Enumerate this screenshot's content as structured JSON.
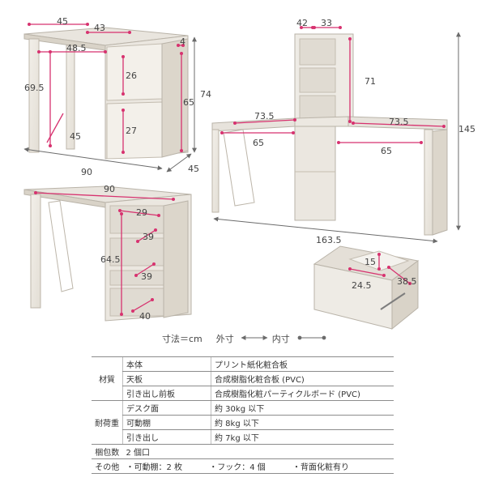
{
  "diagrams": {
    "desk_top": {
      "labels": {
        "top_w": "45",
        "top_d": "43",
        "inner_w": "48.5",
        "gap": "4",
        "inner_h": "69.5",
        "leg_d": "45",
        "drawer_top": "26",
        "drawer_bottom": "27",
        "cab_h": "65",
        "height": "74",
        "width": "90",
        "depth": "45"
      }
    },
    "desk_combo": {
      "labels": {
        "shelf_w1": "42",
        "shelf_w2": "33",
        "shelf_h": "71",
        "left_top": "73.5",
        "right_top": "73.5",
        "left_inner": "65",
        "right_inner": "65",
        "total_h": "145",
        "total_w": "163.5"
      }
    },
    "desk_shelf": {
      "labels": {
        "width": "90",
        "shelf1": "29",
        "shelf2": "39",
        "shelf3": "39",
        "shelf4": "40",
        "height": "64.5"
      }
    },
    "drawer": {
      "labels": {
        "height": "15",
        "width": "24.5",
        "depth": "38.5"
      }
    }
  },
  "legend": {
    "unit": "寸法＝cm",
    "outer": "外寸",
    "inner": "内寸"
  },
  "spec_table": {
    "material": {
      "group": "材質",
      "rows": [
        {
          "name": "本体",
          "value": "プリント紙化粧合板"
        },
        {
          "name": "天板",
          "value": "合成樹脂化粧合板 (PVC)"
        },
        {
          "name": "引き出し前板",
          "value": "合成樹脂化粧パーティクルボード (PVC)"
        }
      ]
    },
    "load": {
      "group": "耐荷重",
      "rows": [
        {
          "name": "デスク面",
          "value": "約 30kg 以下"
        },
        {
          "name": "可動棚",
          "value": "約 8kg 以下"
        },
        {
          "name": "引き出し",
          "value": "約 7kg 以下"
        }
      ]
    },
    "packages": {
      "group": "梱包数",
      "value": "2 個口"
    },
    "other": {
      "group": "その他",
      "items": [
        "・可動棚：2 枚",
        "・フック：4 個",
        "・背面化粧有り"
      ]
    }
  }
}
